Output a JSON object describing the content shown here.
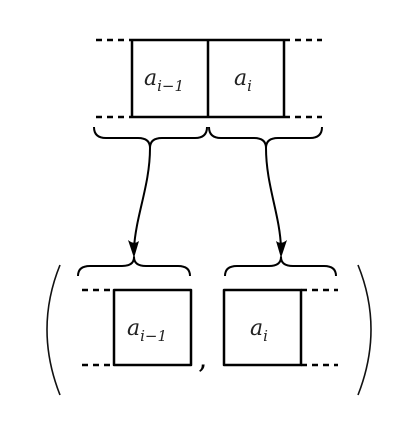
{
  "top_row": {
    "cells": [
      {
        "base": "a",
        "sub": "i−1"
      },
      {
        "base": "a",
        "sub": "i"
      }
    ]
  },
  "bottom_tuple": {
    "left": {
      "base": "a",
      "sub": "i−1"
    },
    "separator": ",",
    "right": {
      "base": "a",
      "sub": "i"
    }
  },
  "colors": {
    "line": "#000000",
    "text": "#222222"
  }
}
